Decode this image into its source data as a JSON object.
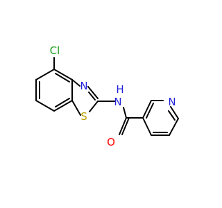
{
  "molecule": {
    "atoms": {
      "cl": "Cl",
      "n_thiazole": "N",
      "s_thiazole": "S",
      "nh": "N",
      "h_amide": "H",
      "o_carbonyl": "O",
      "n_pyridine": "N"
    },
    "colors": {
      "bond": "#000000",
      "chlorine": "#1fa01f",
      "nitrogen": "#2222dd",
      "sulfur": "#b8a000",
      "oxygen": "#ff0000"
    }
  }
}
